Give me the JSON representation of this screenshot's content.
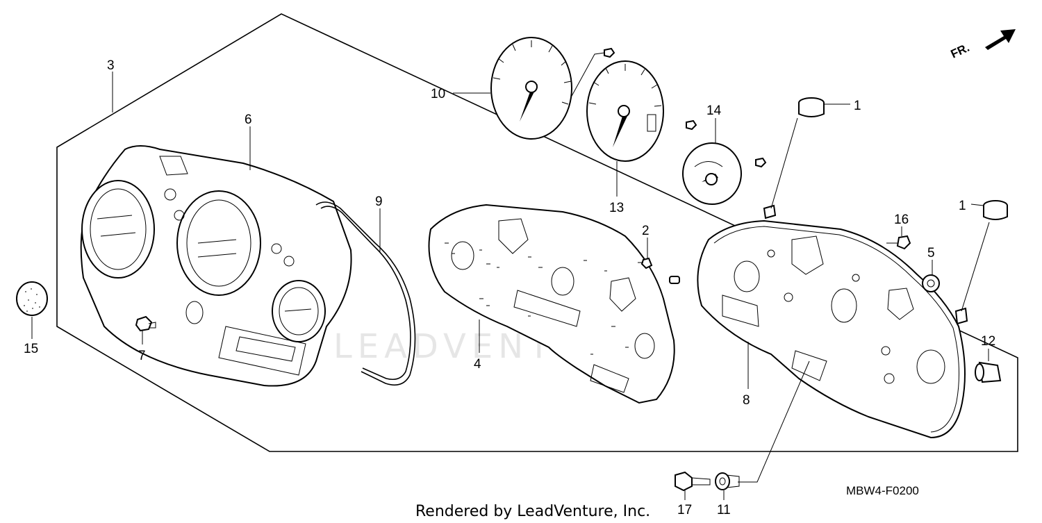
{
  "diagram_code": "MBW4-F0200",
  "footer_text": "Rendered by LeadVenture, Inc.",
  "watermark_text": "LEADVENTURE",
  "direction_label": "FR.",
  "callouts": {
    "c1a": "1",
    "c1b": "1",
    "c2": "2",
    "c3": "3",
    "c4": "4",
    "c5": "5",
    "c6": "6",
    "c7": "7",
    "c8": "8",
    "c9": "9",
    "c10": "10",
    "c11": "11",
    "c12": "12",
    "c13": "13",
    "c14": "14",
    "c15": "15",
    "c16": "16",
    "c17": "17"
  }
}
